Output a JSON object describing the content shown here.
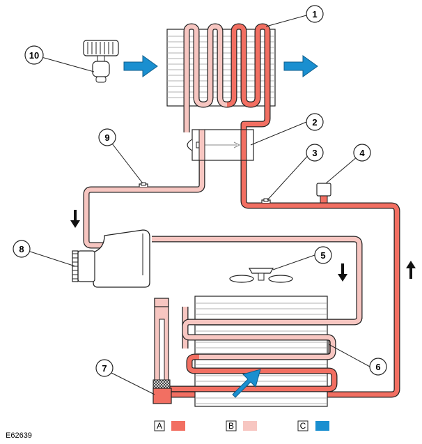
{
  "colors": {
    "high_pressure": "#f26f62",
    "low_pressure": "#f7c6c1",
    "airflow": "#1a8fd0",
    "outline": "#222222"
  },
  "callouts": [
    {
      "number": "1"
    },
    {
      "number": "2"
    },
    {
      "number": "3"
    },
    {
      "number": "4"
    },
    {
      "number": "5"
    },
    {
      "number": "6"
    },
    {
      "number": "7"
    },
    {
      "number": "8"
    },
    {
      "number": "9"
    },
    {
      "number": "10"
    }
  ],
  "legend": [
    {
      "key": "A",
      "color": "#f26f62"
    },
    {
      "key": "B",
      "color": "#f7c6c1"
    },
    {
      "key": "C",
      "color": "#1a8fd0"
    }
  ],
  "reference": "E62639"
}
